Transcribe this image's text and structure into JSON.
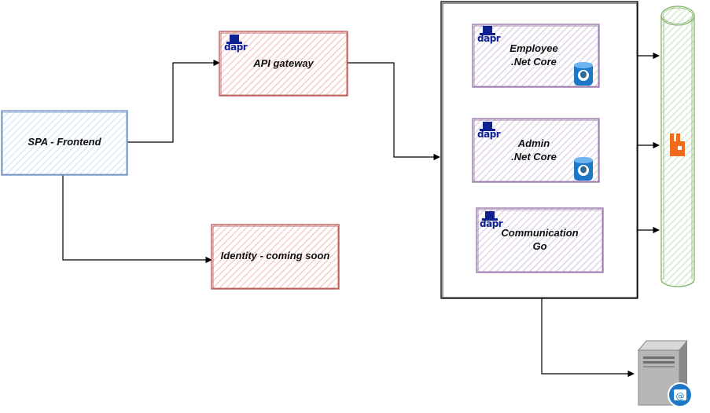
{
  "nodes": {
    "spa": {
      "label": "SPA - Frontend"
    },
    "api_gateway": {
      "label": "API gateway",
      "badge": "dapr"
    },
    "identity": {
      "label": "Identity - coming soon"
    },
    "employee": {
      "label": "Employee\n.Net Core",
      "badge": "dapr",
      "db_icon": "postgresql-icon"
    },
    "admin": {
      "label": "Admin\n.Net Core",
      "badge": "dapr",
      "db_icon": "postgresql-icon"
    },
    "communication": {
      "label": "Communication\nGo",
      "badge": "dapr"
    }
  },
  "queue": {
    "icon": "rabbitmq-icon"
  },
  "mail_server": {
    "icon": "mail-server-icon"
  },
  "colors": {
    "blue_box": "#6c8ebf",
    "red_box": "#b85450",
    "purple_box": "#9673a6",
    "queue_green": "#82b366",
    "rabbit_orange": "#f26b1d",
    "dapr_navy": "#0d2192"
  }
}
